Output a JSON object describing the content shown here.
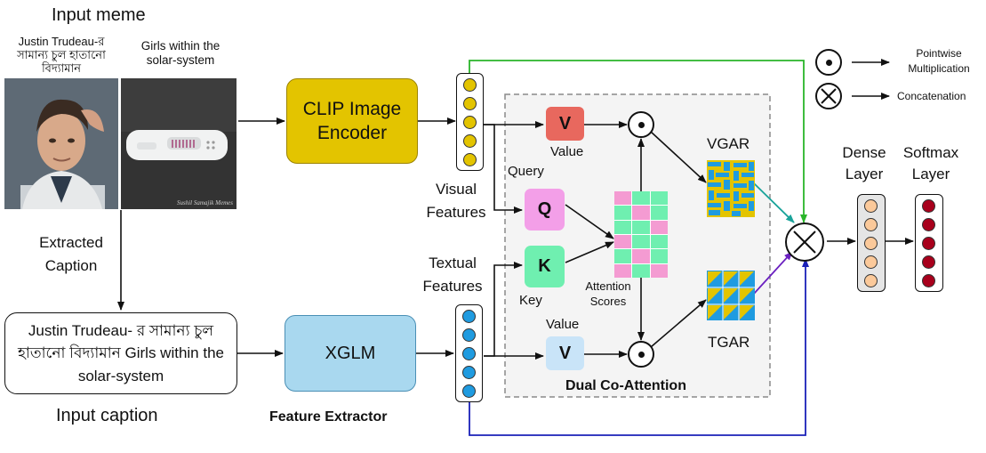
{
  "meme": {
    "title": "Input meme",
    "left_caption": "Justin Trudeau-র সামান্য চুল হাতানো বিদ্যামান",
    "right_caption": "Girls within the solar-system",
    "watermark": "Sushil Samajik Memes"
  },
  "extracted_caption_label": "Extracted Caption",
  "caption_box_text": "Justin Trudeau- র সামান্য চুল হাতানো বিদ্যামান  Girls within the solar-system",
  "input_caption_label": "Input caption",
  "clip_label": "CLIP Image Encoder",
  "xglm_label": "XGLM",
  "feature_extractor_label": "Feature Extractor",
  "visual_features_label": "Visual Features",
  "textual_features_label": "Textual Features",
  "attention": {
    "value_letter": "V",
    "value_label": "Value",
    "query_letter": "Q",
    "query_label": "Query",
    "key_letter": "K",
    "key_label": "Key",
    "scores_label": "Attention Scores",
    "vgar_label": "VGAR",
    "tgar_label": "TGAR",
    "block_label": "Dual Co-Attention"
  },
  "dense_label": "Dense Layer",
  "softmax_label": "Softmax Layer",
  "legend": {
    "pointwise_label": "Pointwise Multiplication",
    "concat_label": "Concatenation"
  },
  "colors": {
    "clip_fill": "#e3c400",
    "xglm_fill": "#a9d8ef",
    "visual_dot": "#e3c400",
    "textual_dot": "#1f9be0",
    "dense_dot": "#fbc99a",
    "softmax_dot": "#a8001c",
    "value_fill": "#e8685e",
    "query_fill": "#f39fe8",
    "key_fill": "#6fefb0",
    "value_text_fill": "#c9e4f8",
    "green_line": "#2ab52a",
    "blue_line": "#1a20b8",
    "teal_arrow": "#1aa39a",
    "purple_arrow": "#6a1fc0"
  }
}
